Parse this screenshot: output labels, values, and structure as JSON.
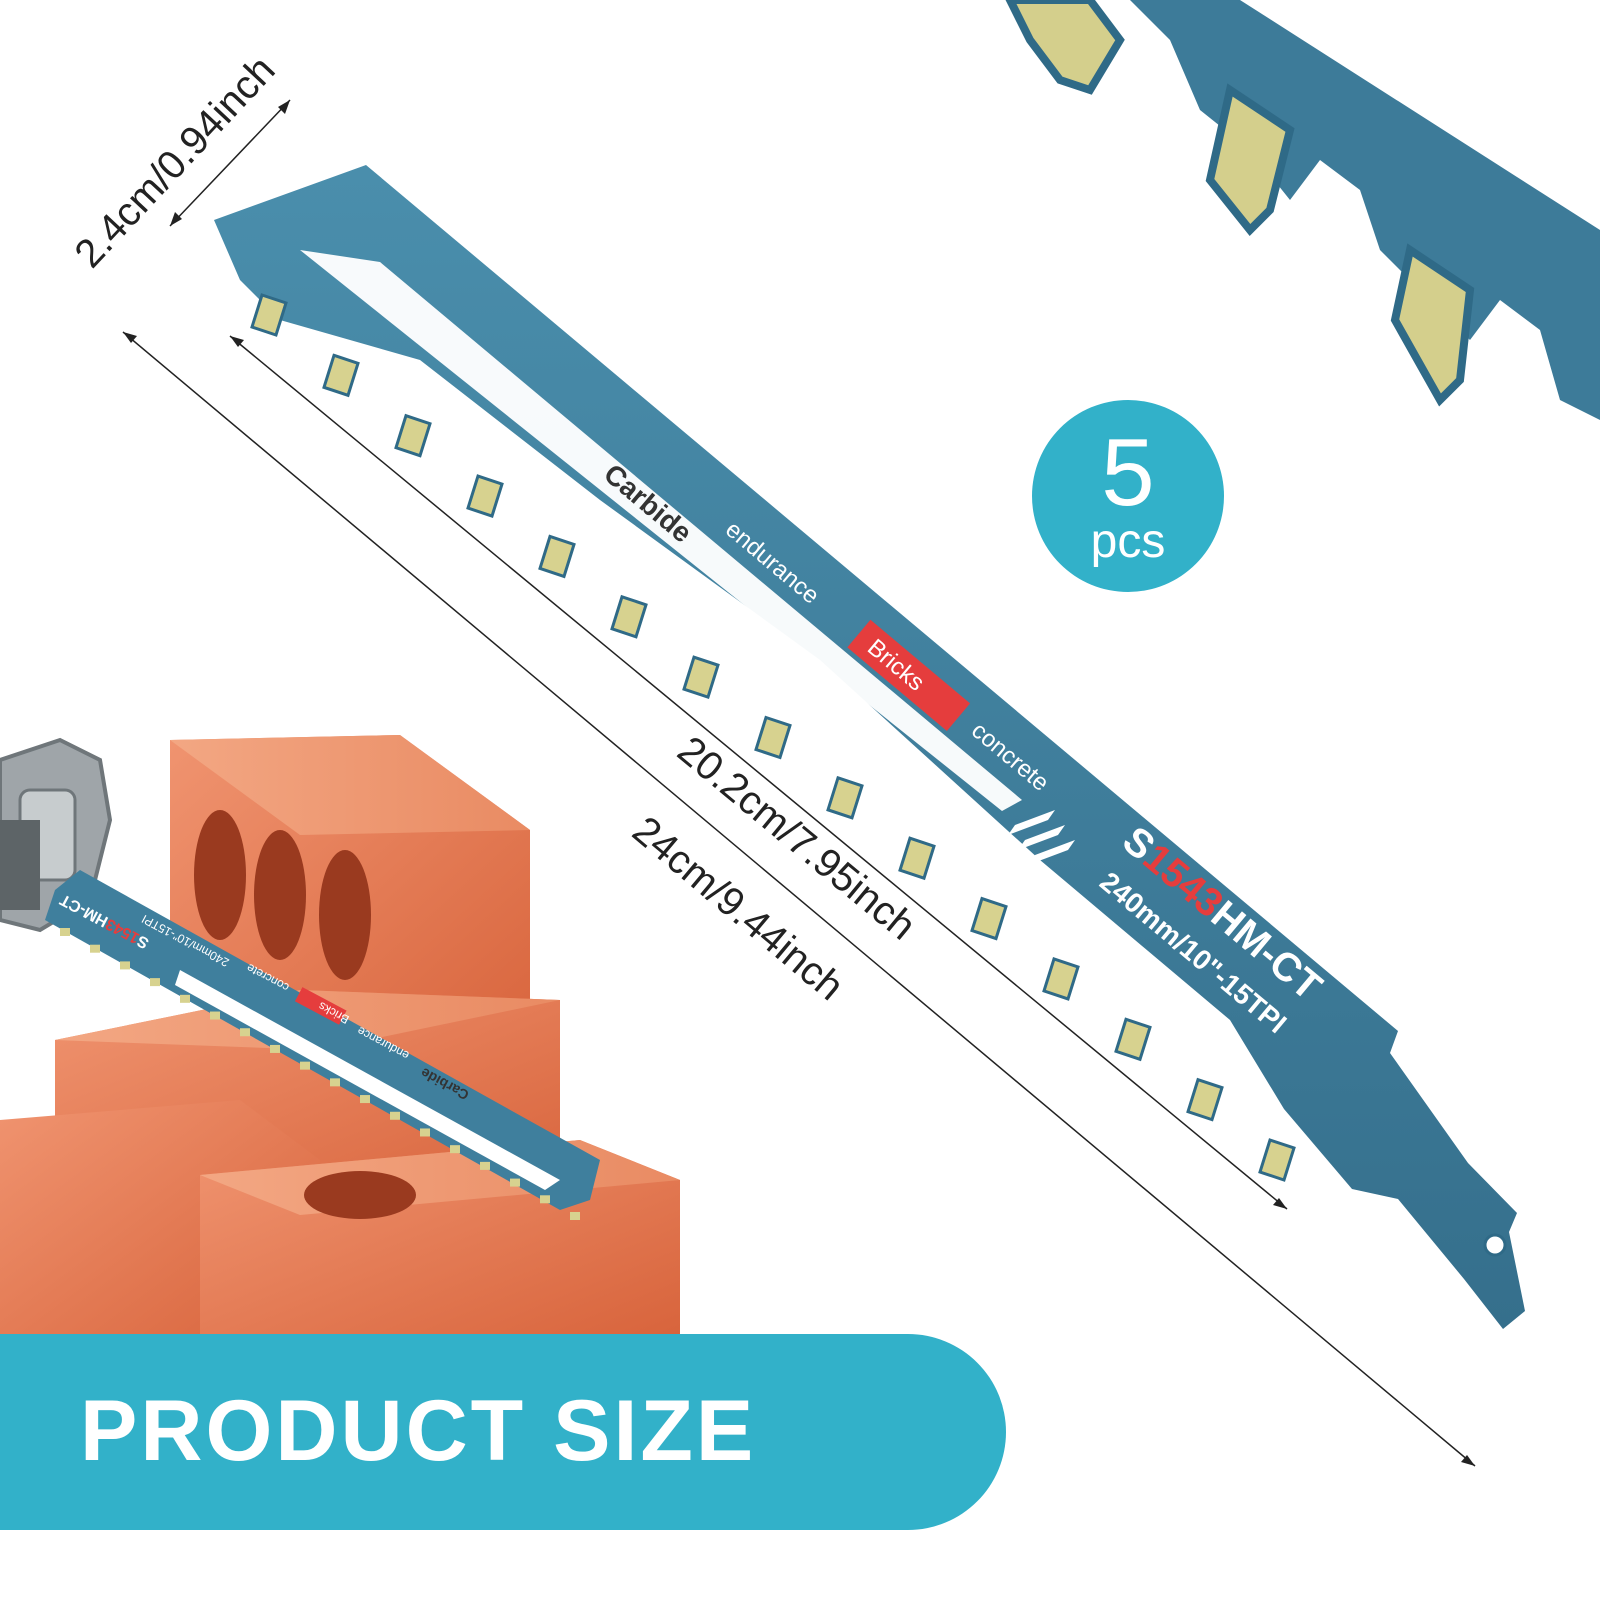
{
  "product": {
    "quantity": "5",
    "quantity_unit": "pcs",
    "banner_title": "PRODUCT SIZE"
  },
  "dimensions": {
    "width": "2.4cm/0.94inch",
    "cutting_length": "20.2cm/7.95inch",
    "total_length": "24cm/9.44inch"
  },
  "blade": {
    "material": "Carbide",
    "feature": "endurance",
    "use_bricks": "Bricks",
    "use_concrete": "concrete",
    "model_prefix": "S",
    "model_number": "1543",
    "model_suffix": "HM-CT",
    "spec": "240mm/10\"-15TPI"
  },
  "small_blade": {
    "model_prefix": "S",
    "model_number": "1543",
    "model_suffix": "HM-CT",
    "spec": "240mm/10\"-15TPI",
    "use_concrete": "concrete",
    "use_bricks": "Bricks",
    "feature": "endurance",
    "material": "Carbide"
  },
  "colors": {
    "accent": "#32b1c9",
    "blade": "#3f7f9d",
    "tooth": "#d7d28f",
    "brick": "#e4774e",
    "label_red": "#e53d3d"
  }
}
